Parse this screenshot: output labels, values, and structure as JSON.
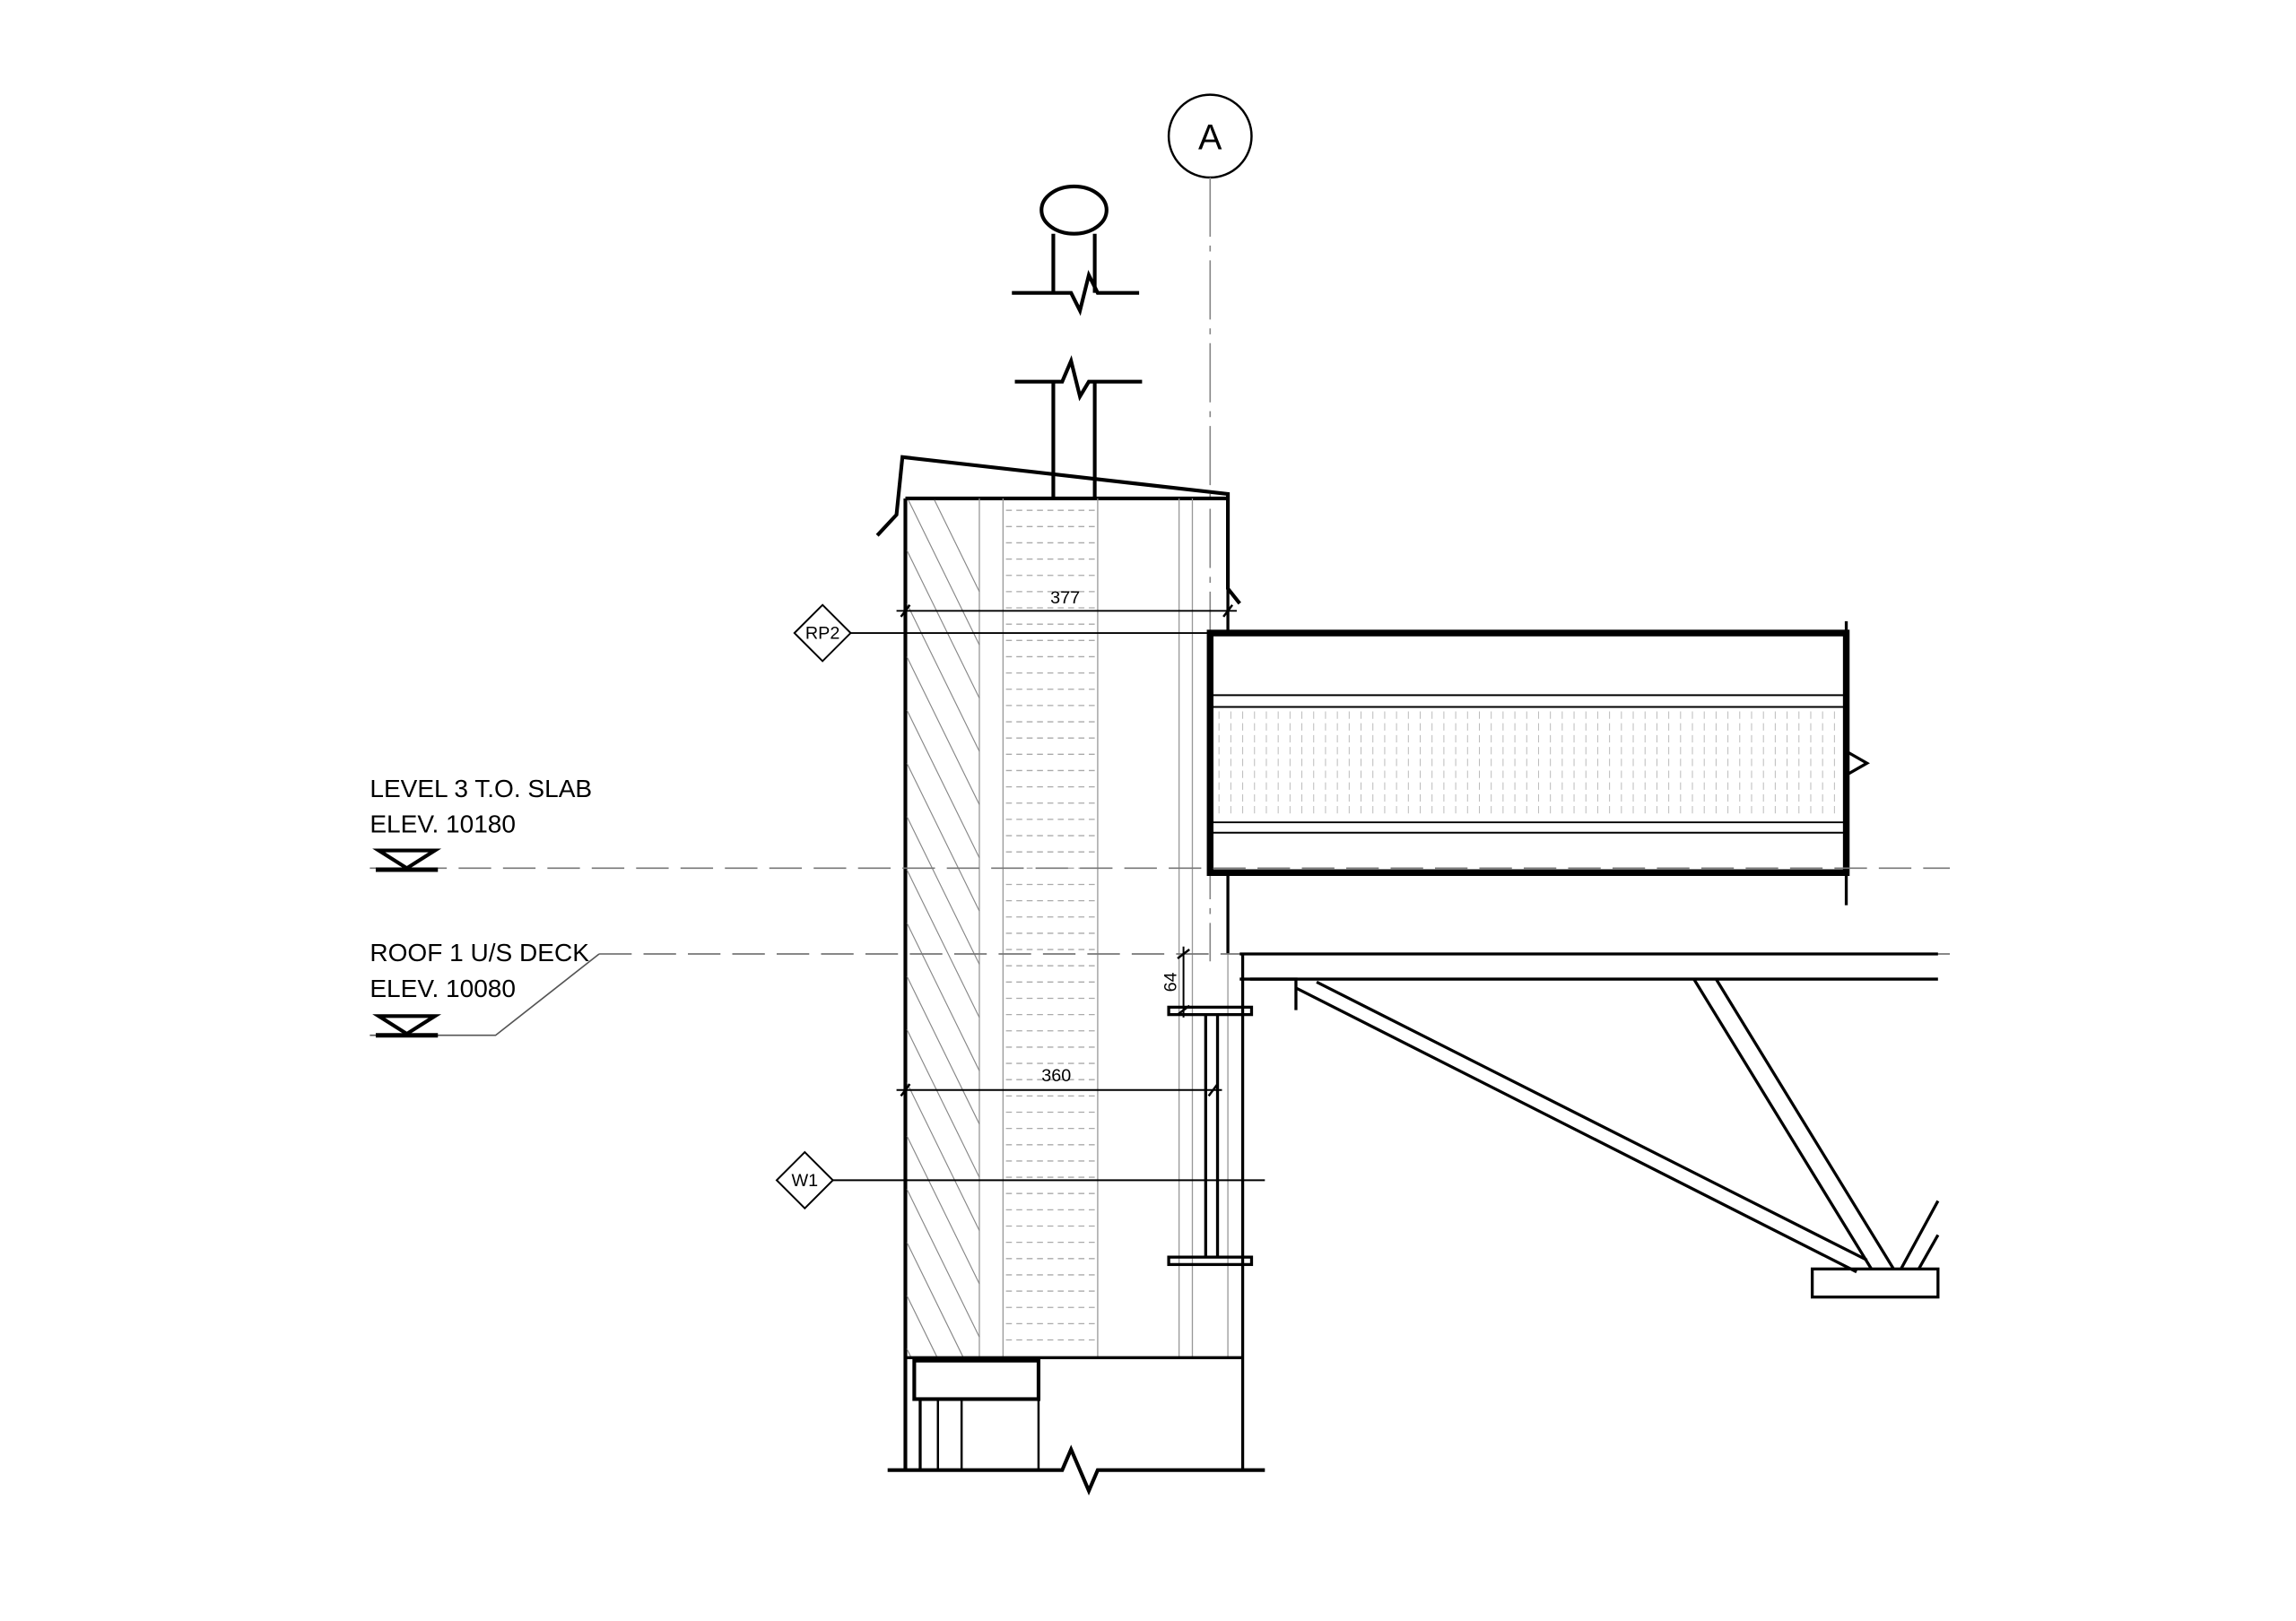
{
  "grid": {
    "label": "A"
  },
  "dimensions": {
    "top_width": "377",
    "bottom_width": "360",
    "bearing_offset": "64"
  },
  "tags": {
    "roof_type": "RP2",
    "wall_type": "W1"
  },
  "levels": [
    {
      "name": "LEVEL 3 T.O. SLAB",
      "elev": "ELEV. 10180"
    },
    {
      "name": "ROOF 1 U/S DECK",
      "elev": "ELEV. 10080"
    }
  ]
}
